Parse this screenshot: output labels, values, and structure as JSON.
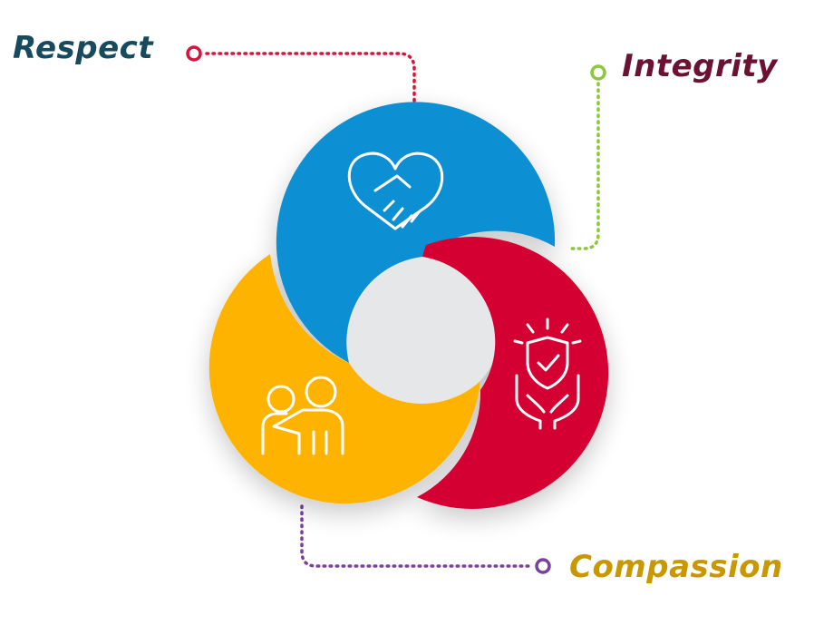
{
  "values": [
    {
      "label": "Respect",
      "icon": "handshake-heart-icon",
      "circle_color": "#0A8FD3",
      "label_color": "#174A5C",
      "connector_color": "#D5153C"
    },
    {
      "label": "Integrity",
      "icon": "shield-check-hands-icon",
      "circle_color": "#D50032",
      "label_color": "#6B1232",
      "connector_color": "#8DC63F"
    },
    {
      "label": "Compassion",
      "icon": "embrace-people-icon",
      "circle_color": "#FDB300",
      "label_color": "#C99700",
      "connector_color": "#7B3FA0"
    }
  ],
  "center_color": "#E6E7E8"
}
